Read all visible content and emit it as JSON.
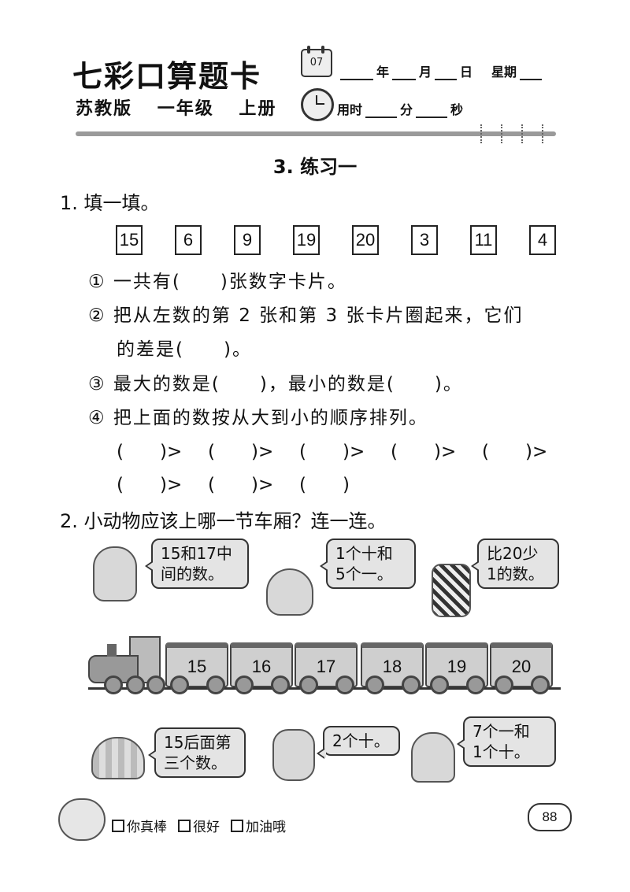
{
  "header": {
    "brand": "七彩口算题卡",
    "edition": "苏教版",
    "grade": "一年级",
    "volume": "上册",
    "calendar_day": "07",
    "date_labels": {
      "year": "年",
      "month": "月",
      "day": "日",
      "weekday": "星期"
    },
    "time_labels": {
      "used": "用时",
      "minute": "分",
      "second": "秒"
    }
  },
  "lesson_title": "3. 练习一",
  "q1": {
    "title": "1. 填一填。",
    "cards": [
      "15",
      "6",
      "9",
      "19",
      "20",
      "3",
      "11",
      "4"
    ],
    "items": [
      "① 一共有(　　)张数字卡片。",
      "② 把从左数的第 2 张和第 3 张卡片圈起来，它们",
      "的差是(　　)。",
      "③ 最大的数是(　　)，最小的数是(　　)。",
      "④ 把上面的数按从大到小的顺序排列。"
    ],
    "order_row1": [
      "(　　)>",
      "(　　)>",
      "(　　)>",
      "(　　)>",
      "(　　)>"
    ],
    "order_row2": [
      "(　　)>",
      "(　　)>",
      "(　　)"
    ]
  },
  "q2": {
    "title": "2. 小动物应该上哪一节车厢？连一连。",
    "top_animals": [
      {
        "icon": "rabbit-icon",
        "bubble": [
          "15和17中",
          "间的数。"
        ]
      },
      {
        "icon": "fox-icon",
        "bubble": [
          "1个十和",
          "5个一。"
        ]
      },
      {
        "icon": "zebra-icon",
        "bubble": [
          "比20少",
          "1的数。"
        ]
      }
    ],
    "cars": [
      "15",
      "16",
      "17",
      "18",
      "19",
      "20"
    ],
    "bottom_animals": [
      {
        "icon": "turtle-icon",
        "bubble": [
          "15后面第",
          "三个数。"
        ]
      },
      {
        "icon": "dog-icon",
        "bubble": [
          "2个十。"
        ]
      },
      {
        "icon": "monkey-icon",
        "bubble": [
          "7个一和",
          "1个十。"
        ]
      }
    ]
  },
  "footer": {
    "ratings": [
      "你真棒",
      "很好",
      "加油哦"
    ],
    "page_number": "88"
  }
}
